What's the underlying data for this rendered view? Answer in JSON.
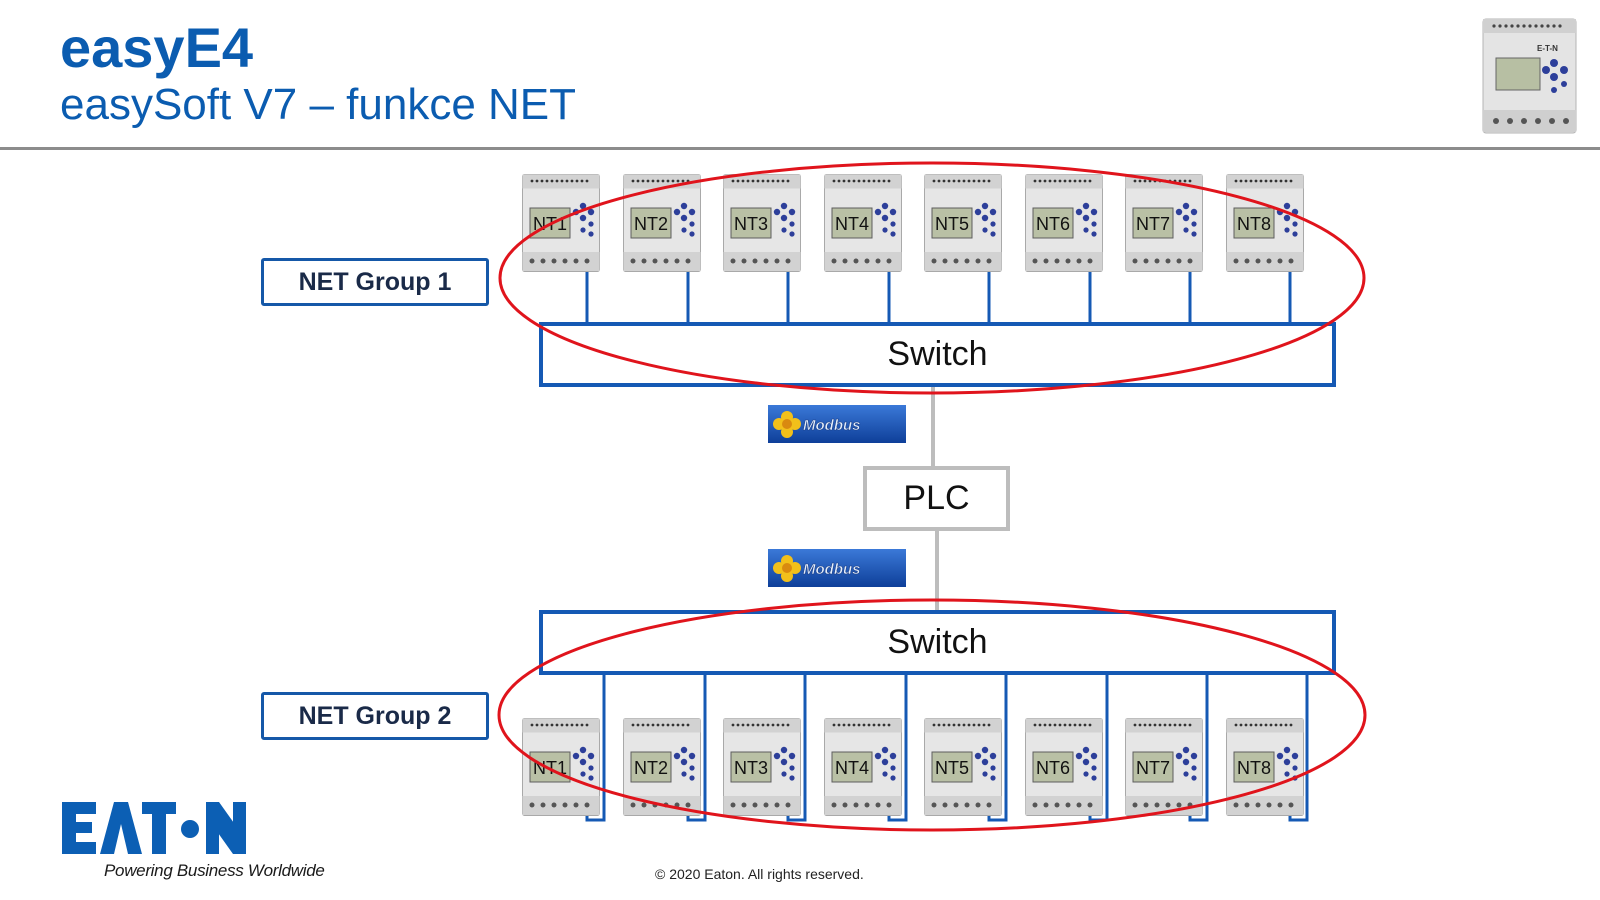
{
  "header": {
    "title": "easyE4",
    "subtitle": "easySoft V7 – funkce NET"
  },
  "diagram": {
    "group1": {
      "label": "NET Group 1",
      "switch_label": "Switch",
      "devices": [
        "NT1",
        "NT2",
        "NT3",
        "NT4",
        "NT5",
        "NT6",
        "NT7",
        "NT8"
      ]
    },
    "plc_label": "PLC",
    "modbus_label": "Modbus",
    "group2": {
      "label": "NET Group 2",
      "switch_label": "Switch",
      "devices": [
        "NT1",
        "NT2",
        "NT3",
        "NT4",
        "NT5",
        "NT6",
        "NT7",
        "NT8"
      ]
    },
    "colors": {
      "link": "#1559b4",
      "highlight": "#e0141c",
      "plc_border": "#bdbdbd",
      "device_brand": "E-T-N"
    }
  },
  "footer": {
    "logo_text": "EATON",
    "tagline": "Powering Business Worldwide",
    "copyright": "© 2020 Eaton. All rights reserved."
  }
}
